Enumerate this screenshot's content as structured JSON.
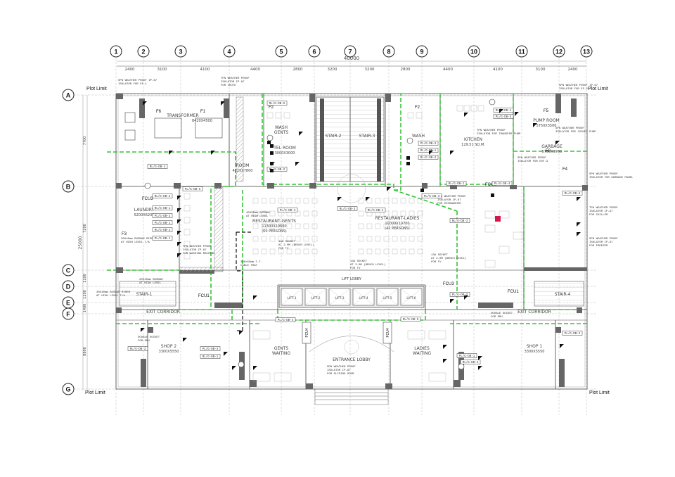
{
  "drawing": {
    "overall_dimension": "40000",
    "overall_dimension_v": "25000",
    "plot_limit_label": "Plot Limit",
    "grid_columns": [
      "1",
      "2",
      "3",
      "4",
      "5",
      "6",
      "7",
      "8",
      "9",
      "10",
      "11",
      "12",
      "13"
    ],
    "grid_rows": [
      "A",
      "B",
      "C",
      "D",
      "E",
      "F",
      "G"
    ],
    "column_spacings": [
      "2400",
      "3100",
      "4100",
      "4400",
      "2800",
      "3200",
      "3200",
      "2800",
      "4400",
      "4100",
      "3100",
      "2400"
    ],
    "row_spacings": [
      "7700",
      "7200",
      "1100",
      "1200",
      "1400",
      "8800"
    ]
  },
  "rooms": {
    "transformer": {
      "name": "TRANSFORMER",
      "dims": "8420X4500"
    },
    "room": {
      "name": "ROOM",
      "dims": "4225X7800"
    },
    "washroom_gents": {
      "name": "WASH",
      "sub": "GENTS"
    },
    "tel_room": {
      "name": "TEL ROOM",
      "dims": "3000X3000"
    },
    "stair_2": "STAIR-2",
    "stair_3": "STAIR-3",
    "wash": "WASH",
    "kitchen": {
      "name": "KITCHEN",
      "area": "129.51 SQ.M."
    },
    "pump_room": {
      "name": "PUMP ROOM",
      "dims": "5750X3500"
    },
    "garbage": {
      "name": "GARBAGE",
      "dims": "5750X3700"
    },
    "laundry": {
      "name": "LAUNDRY",
      "dims": "5200X6200"
    },
    "restaurant_gents": {
      "name": "RESTAURANT-GENTS",
      "dims": "11300X10600",
      "cap": "(60 PERSONS)"
    },
    "restaurant_ladies": {
      "name": "RESTAURANT-LADIES",
      "dims": "10000X10700",
      "cap": "(42 PERSONS)"
    },
    "stair_1": "STAIR-1",
    "stair_4": "STAIR-4",
    "lifts": [
      "LIFT-1",
      "LIFT-2",
      "LIFT-3",
      "LIFT-4",
      "LIFT-5",
      "LIFT-6"
    ],
    "exit_corridor_left": "EXIT CORRIDOR",
    "exit_corridor_right": "EXIT CORRIDOR",
    "shop_2": {
      "name": "SHOP 2",
      "dims": "3300X5550"
    },
    "shop_1": {
      "name": "SHOP 1",
      "dims": "3300X5550"
    },
    "gents_waiting": {
      "name": "GENTS",
      "sub": "WAITING"
    },
    "ladies_waiting": {
      "name": "LADIES",
      "sub": "WAITING"
    },
    "entrance_lobby": "ENTRANCE LOBBY",
    "lift_lobby": "LIFT LOBBY"
  },
  "tags": {
    "f1": "F1",
    "f2": "F2",
    "f3": "F3",
    "f4": "F4",
    "f5": "F5",
    "f6": "F6",
    "f9": "F9",
    "fcu1": "FCU1",
    "fcu1b": "FCU1",
    "fcu3": "FCU3",
    "fcu3b": "FCU3",
    "fcu3c": "FCU3",
    "fcu4": "FCU4",
    "fcu4b": "FCU4"
  },
  "notes": {
    "busbar_1": "40X50mm BUSBAR",
    "busbar_1b": "AT HIGH LEVEL",
    "busbar_2": "30X40mm BUSBAR RISER",
    "busbar_2b": "AT HIGH LEVEL T/A",
    "busbar_3": "30X40mm BUSBAR RISER",
    "busbar_3b": "AT HIGH LEVEL T/A",
    "busbar_4": "20X40mm BUSBAR",
    "busbar_4b": "AT HIGH LEVEL",
    "socket_tv_1": "13A SOCKET",
    "socket_tv_1b": "AT 2.0M (BENCH LEVEL)",
    "socket_tv_1c": "FOR TV",
    "socket_tv_2": "13A SOCKET",
    "socket_tv_2b": "AT 2.0M (BENCH LEVEL)",
    "socket_tv_2c": "FOR TV",
    "socket_tv_3": "13A SOCKET",
    "socket_tv_3b": "AT 2.0M (BENCH LEVEL)",
    "socket_tv_3c": "FOR TV",
    "iso_washing": "TPN WEATHER PROOF",
    "iso_washing_b": "ISOLATOR IP-67",
    "iso_washing_c": "FOR WASHING MACHINE",
    "iso_chiller": "TPN WEATHER PROOF",
    "iso_chiller_b": "ISOLATOR IP-67",
    "iso_chiller_c": "FOR CHILLER",
    "iso_freezer": "SPN WEATHER PROOF",
    "iso_freezer_b": "ISOLATOR IP-67",
    "iso_freezer_c": "FOR FREEZER",
    "iso_dishwasher": "SPN WEATHER PROOF",
    "iso_dishwasher_b": "ISOLATOR IP-67",
    "iso_dishwasher_c": "FOR DISHWASHER",
    "iso_garbage": "SPN WEATHER PROOF",
    "iso_garbage_b": "ISOLATOR FOR GARBAGE PANEL",
    "iso_pump": "TPN WEATHER PROOF",
    "iso_pump_b": "ISOLATOR FOR TRANSFER PUMP",
    "iso_jockey": "SPN WEATHER PROOF",
    "iso_jockey_b": "ISOLATOR FOR JOCKEY PUMP",
    "iso_exhaust": "SPN WEATHER PROOF",
    "iso_exhaust_b": "ISOLATOR FOR EXF-3",
    "double_socket_1": "DOUBLE SOCKET",
    "double_socket_1b": "FOR DMU",
    "double_socket_2": "DOUBLE SOCKET",
    "double_socket_2b": "FOR DMU",
    "sliding_door": "SPN WEATHER PROOF",
    "sliding_door_b": "ISOLATOR IP-67",
    "sliding_door_c": "FOR SLIDING DOOR",
    "chute": "TPN WEATHER PROOF",
    "chute_b": "ISOLATOR IP-67",
    "chute_c": "FOR CHUTE",
    "nw_iso_1": "SPN WEATHER PROOF IP-67",
    "nw_iso_1b": "ISOLATOR FOR EF-1",
    "ne_iso_1": "SPN WEATHER PROOF IP-67",
    "ne_iso_1b": "ISOLATOR FOR EF-2",
    "cable_tray": "300x50mm C.T.",
    "cable_tray_b": "CABLE TRAY"
  },
  "circuit_refs": [
    "RL/G-DB-4",
    "RL/G-DB-2",
    "RL/G-DB-1",
    "PL/G-DB-3",
    "PL/G-DB-1",
    "RL/G-DB-2",
    "PL/G-DB-1",
    "PL/G-DB-6",
    "RL/G-DB-5",
    "PL/G-DB-2",
    "PL/G-DB-3",
    "RL/G-DB-1",
    "RL/G-DB-3",
    "PL/G-DB-3",
    "RL/G-DB-1",
    "RL/G-DB-2",
    "PL/G-DB-3",
    "RL/G-DB-3",
    "PL/G-DB-2",
    "RL/G-DB-1",
    "PL/G-DB-4",
    "RL/G-DB-4",
    "PL/G-DB-5",
    "RL/G-DB-6",
    "RL/G-DB-3",
    "PL/G-DB-3",
    "RL/G-DB-1",
    "PL/G-DB-4",
    "RL/G-DB-5",
    "PL/G-DB-1",
    "RL/G-DB-2",
    "PL/G-DB-2"
  ]
}
